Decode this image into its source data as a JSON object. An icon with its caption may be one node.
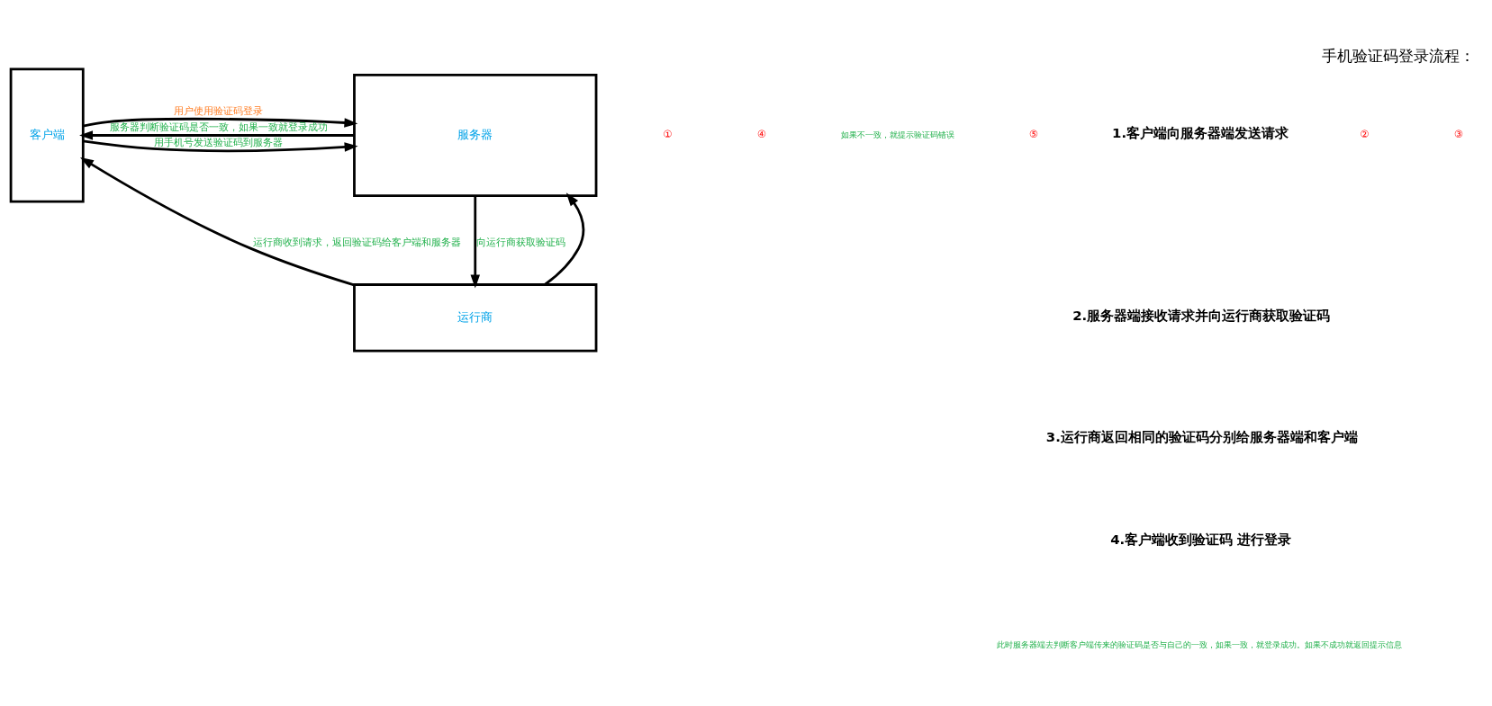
{
  "diagram": {
    "title": "手机验证码登录流程：",
    "nodes": [
      {
        "text": [
          "客户端"
        ]
      },
      {
        "text": [
          "服务器"
        ]
      },
      {
        "text": [
          "运行商"
        ]
      }
    ],
    "edges": [
      {
        "from": 0,
        "to": 1,
        "arrow": "to",
        "label": "用手机号发送验证码到服务器"
      },
      {
        "from": 0,
        "to": 1,
        "arrow": "to",
        "label": "用户使用验证码登录"
      },
      {
        "from": 1,
        "to": 0,
        "arrow": "to",
        "label": "服务器判断验证码是否一致，如果一致就登录成功"
      },
      {
        "from": 1,
        "to": 2,
        "arrow": "to",
        "label": "向运行商获取验证码"
      },
      {
        "from": 2,
        "to": 0,
        "arrow": "to",
        "label": "运行商收到请求，返回验证码给客户端和服务器"
      },
      {
        "from": 2,
        "to": 1,
        "arrow": "to"
      }
    ],
    "labels": [
      "①",
      "④",
      "如果不一致，就提示验证码错误",
      "⑤",
      "1.客户端向服务器端发送请求",
      "2.服务器端接收请求并向运行商获取验证码",
      "3.运行商返回相同的验证码分别给服务器端和客户端",
      "4.客户端收到验证码 进行登录",
      "此时服务器端去判断客户端传来的验证码是否与自己的一致，如果一致，就登录成功。如果不成功就返回提示信息",
      "②",
      "③"
    ]
  }
}
